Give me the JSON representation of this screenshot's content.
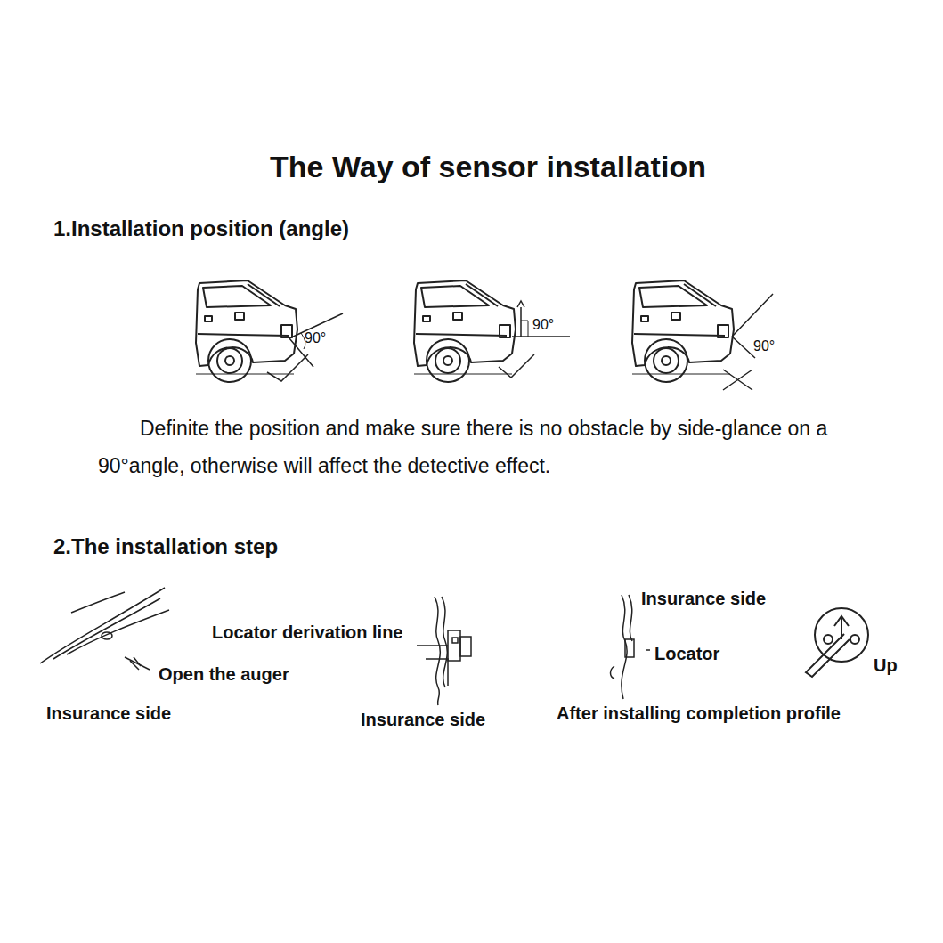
{
  "diagram": {
    "title": "The Way of sensor installation",
    "labels": [
      "1.Installation position (angle)",
      "90°",
      "90°",
      "90°",
      "Definite the position and make sure there is no obstacle by side-glance on a 90°angle, otherwise will affect the detective effect.",
      "2.The installation step",
      "Locator derivation line",
      "Open the auger",
      "Insurance side",
      "Insurance side",
      "Insurance side",
      "Locator",
      "Up",
      "After installing completion profile"
    ]
  }
}
